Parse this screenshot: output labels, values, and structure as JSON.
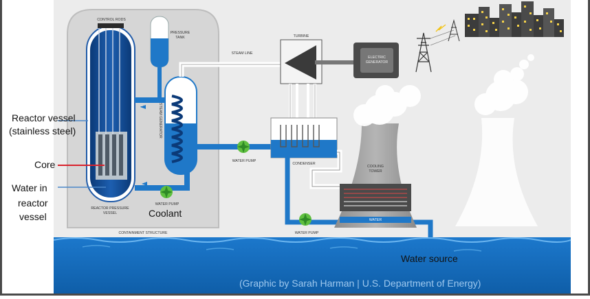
{
  "labels": {
    "control_rods": "CONTROL RODS",
    "pressure_tank_1": "PRESSURE",
    "pressure_tank_2": "TANK",
    "steam_line": "STEAM LINE",
    "turbine": "TURBINE",
    "electric_generator_1": "ELECTRIC",
    "electric_generator_2": "GENERATOR",
    "steam_generator": "STEAM GENERATOR",
    "water_pump_mid": "WATER PUMP",
    "water_pump_reactor": "WATER PUMP",
    "water_pump_bottom": "WATER PUMP",
    "condenser": "CONDENSER",
    "cooling_tower_1": "COOLING",
    "cooling_tower_2": "TOWER",
    "reactor_pressure_vessel_1": "REACTOR PRESSURE",
    "reactor_pressure_vessel_2": "VESSEL",
    "containment_structure": "CONTAINMENT STRUCTURE",
    "water": "WATER"
  },
  "annotations": {
    "reactor_vessel_1": "Reactor vessel",
    "reactor_vessel_2": "(stainless steel)",
    "core": "Core",
    "water_in_1": "Water in",
    "water_in_2": "reactor",
    "water_in_3": "vessel",
    "coolant": "Coolant",
    "water_source": "Water source",
    "credit": "(Graphic by Sarah Harman | U.S. Department of Energy)"
  },
  "colors": {
    "water_blue": "#1a6fc0",
    "pipe_blue": "#1f78c8",
    "reactor_dark": "#0d3d7a",
    "containment_gray": "#d6d6d6",
    "pump_green": "#5fbf3f",
    "core_red": "#d9202a",
    "sea_blue": "#1670c4",
    "tower_gray": "#9b9b9b"
  }
}
